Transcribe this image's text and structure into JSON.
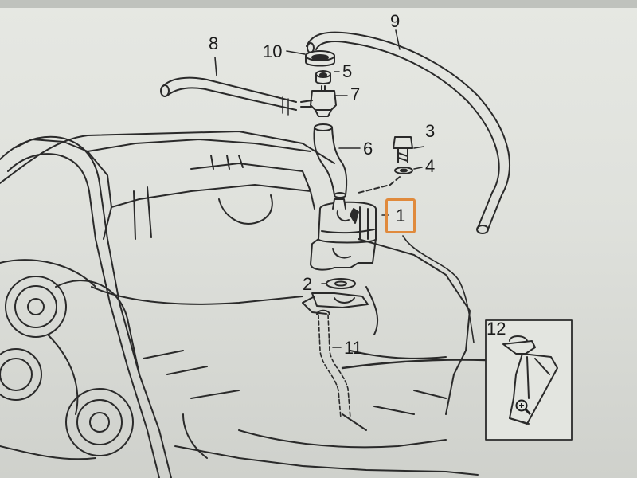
{
  "diagram": {
    "callouts": [
      {
        "id": "1",
        "label": "1",
        "selected": true
      },
      {
        "id": "2",
        "label": "2"
      },
      {
        "id": "3",
        "label": "3"
      },
      {
        "id": "4",
        "label": "4"
      },
      {
        "id": "5",
        "label": "5"
      },
      {
        "id": "6",
        "label": "6"
      },
      {
        "id": "7",
        "label": "7"
      },
      {
        "id": "8",
        "label": "8"
      },
      {
        "id": "9",
        "label": "9"
      },
      {
        "id": "10",
        "label": "10"
      },
      {
        "id": "11",
        "label": "11"
      },
      {
        "id": "12",
        "label": "12"
      }
    ],
    "inset_icon": "magnifier-zoom-in-icon",
    "colors": {
      "line": "#2a2a2a",
      "highlight": "#e08a3c",
      "paper": "#e3e5e0"
    }
  }
}
